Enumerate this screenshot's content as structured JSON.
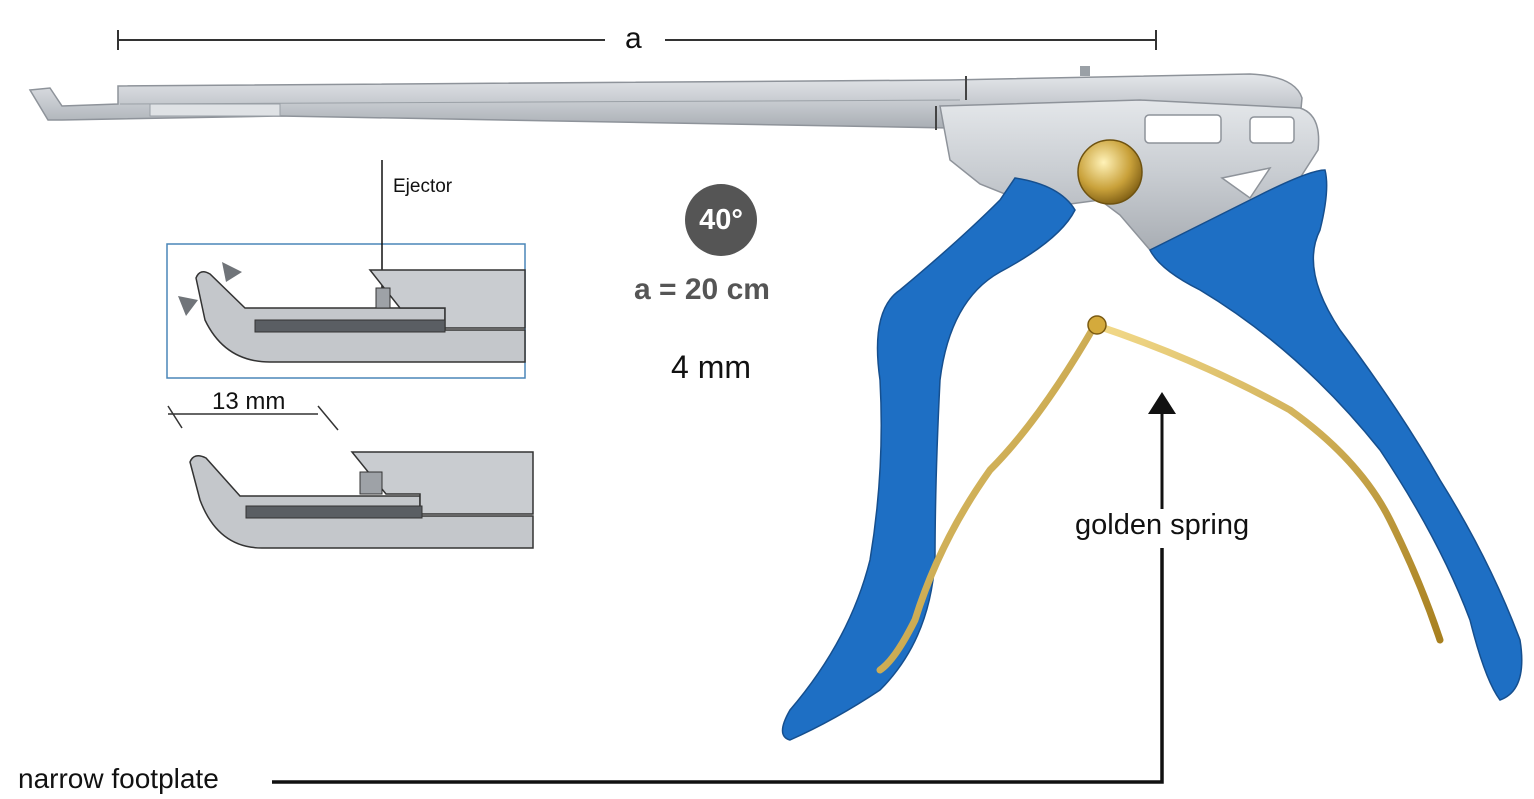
{
  "labels": {
    "dimension_a": "a",
    "ejector": "Ejector",
    "footplate_length": "13 mm",
    "angle": "40°",
    "length": "a = 20 cm",
    "bite_size": "4 mm",
    "golden_spring": "golden spring",
    "narrow_footplate": "narrow footplate"
  },
  "colors": {
    "handle_blue": "#1e6fc4",
    "steel": "#c9cdd2",
    "gold": "#d4aa3c",
    "badge": "#555555"
  }
}
